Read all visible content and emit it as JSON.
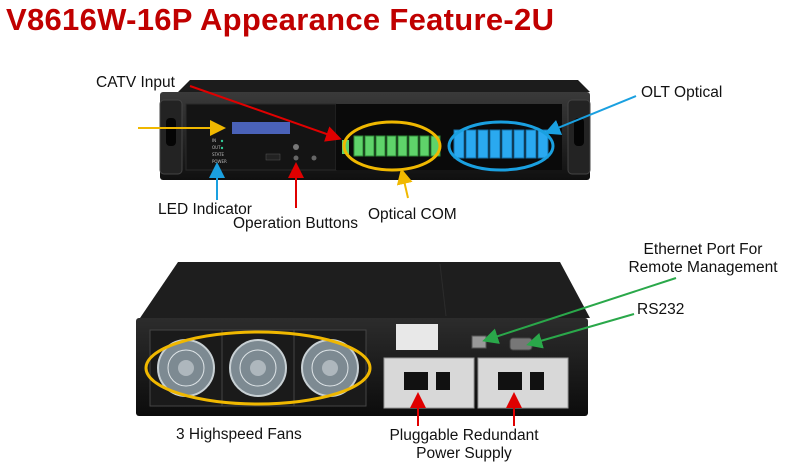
{
  "title": "V8616W-16P Appearance Feature-2U",
  "labels": {
    "catv_input": "CATV Input",
    "olt_optical": "OLT Optical",
    "led_indicator": "LED Indicator",
    "operation_buttons": "Operation Buttons",
    "optical_com": "Optical COM",
    "ethernet_port_line1": "Ethernet Port For",
    "ethernet_port_line2": "Remote Management",
    "rs232": "RS232",
    "fans": "3 Highspeed Fans",
    "power_line1": "Pluggable Redundant",
    "power_line2": "Power Supply"
  },
  "colors": {
    "title": "#c00000",
    "arrow_red": "#e00000",
    "arrow_blue": "#1aa0e0",
    "arrow_yellow": "#f0b800",
    "arrow_green": "#2aa84a",
    "port_green": "#5fd36a",
    "port_blue": "#2aa9f0"
  }
}
